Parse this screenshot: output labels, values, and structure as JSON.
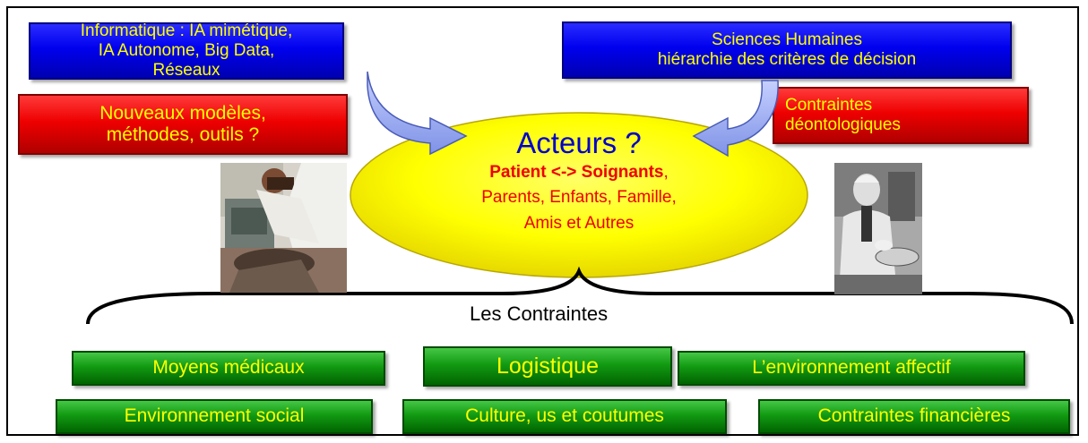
{
  "top_boxes": {
    "informatique": "Informatique : IA mimétique, IA Autonome, Big Data, Réseaux",
    "sciences_line1": "Sciences Humaines",
    "sciences_line2": "hiérarchie des critères de décision",
    "nouveaux": "Nouveaux modèles, méthodes, outils ?",
    "deontologie_line1": "Contraintes",
    "deontologie_line2": "déontologiques"
  },
  "center": {
    "title": "Acteurs ?",
    "bold_line": "Patient <-> Soignants",
    "bold_suffix": ",",
    "line2": "Parents, Enfants, Famille,",
    "line3": "Amis et Autres"
  },
  "brace_label": "Les Contraintes",
  "constraints": {
    "moyens": "Moyens médicaux",
    "logistique": "Logistique",
    "affectif": "L’environnement affectif",
    "social": "Environnement social",
    "culture": "Culture, us et coutumes",
    "financieres": "Contraintes financières"
  },
  "colors": {
    "blue_box": "#0000ee",
    "red_box": "#ee0000",
    "green_box": "#129a12",
    "box_text": "#ffff00",
    "ellipse": "#ffff00",
    "actors_title": "#0000cc",
    "actors_text": "#ee0000",
    "arrow": "#8aa0ee"
  }
}
